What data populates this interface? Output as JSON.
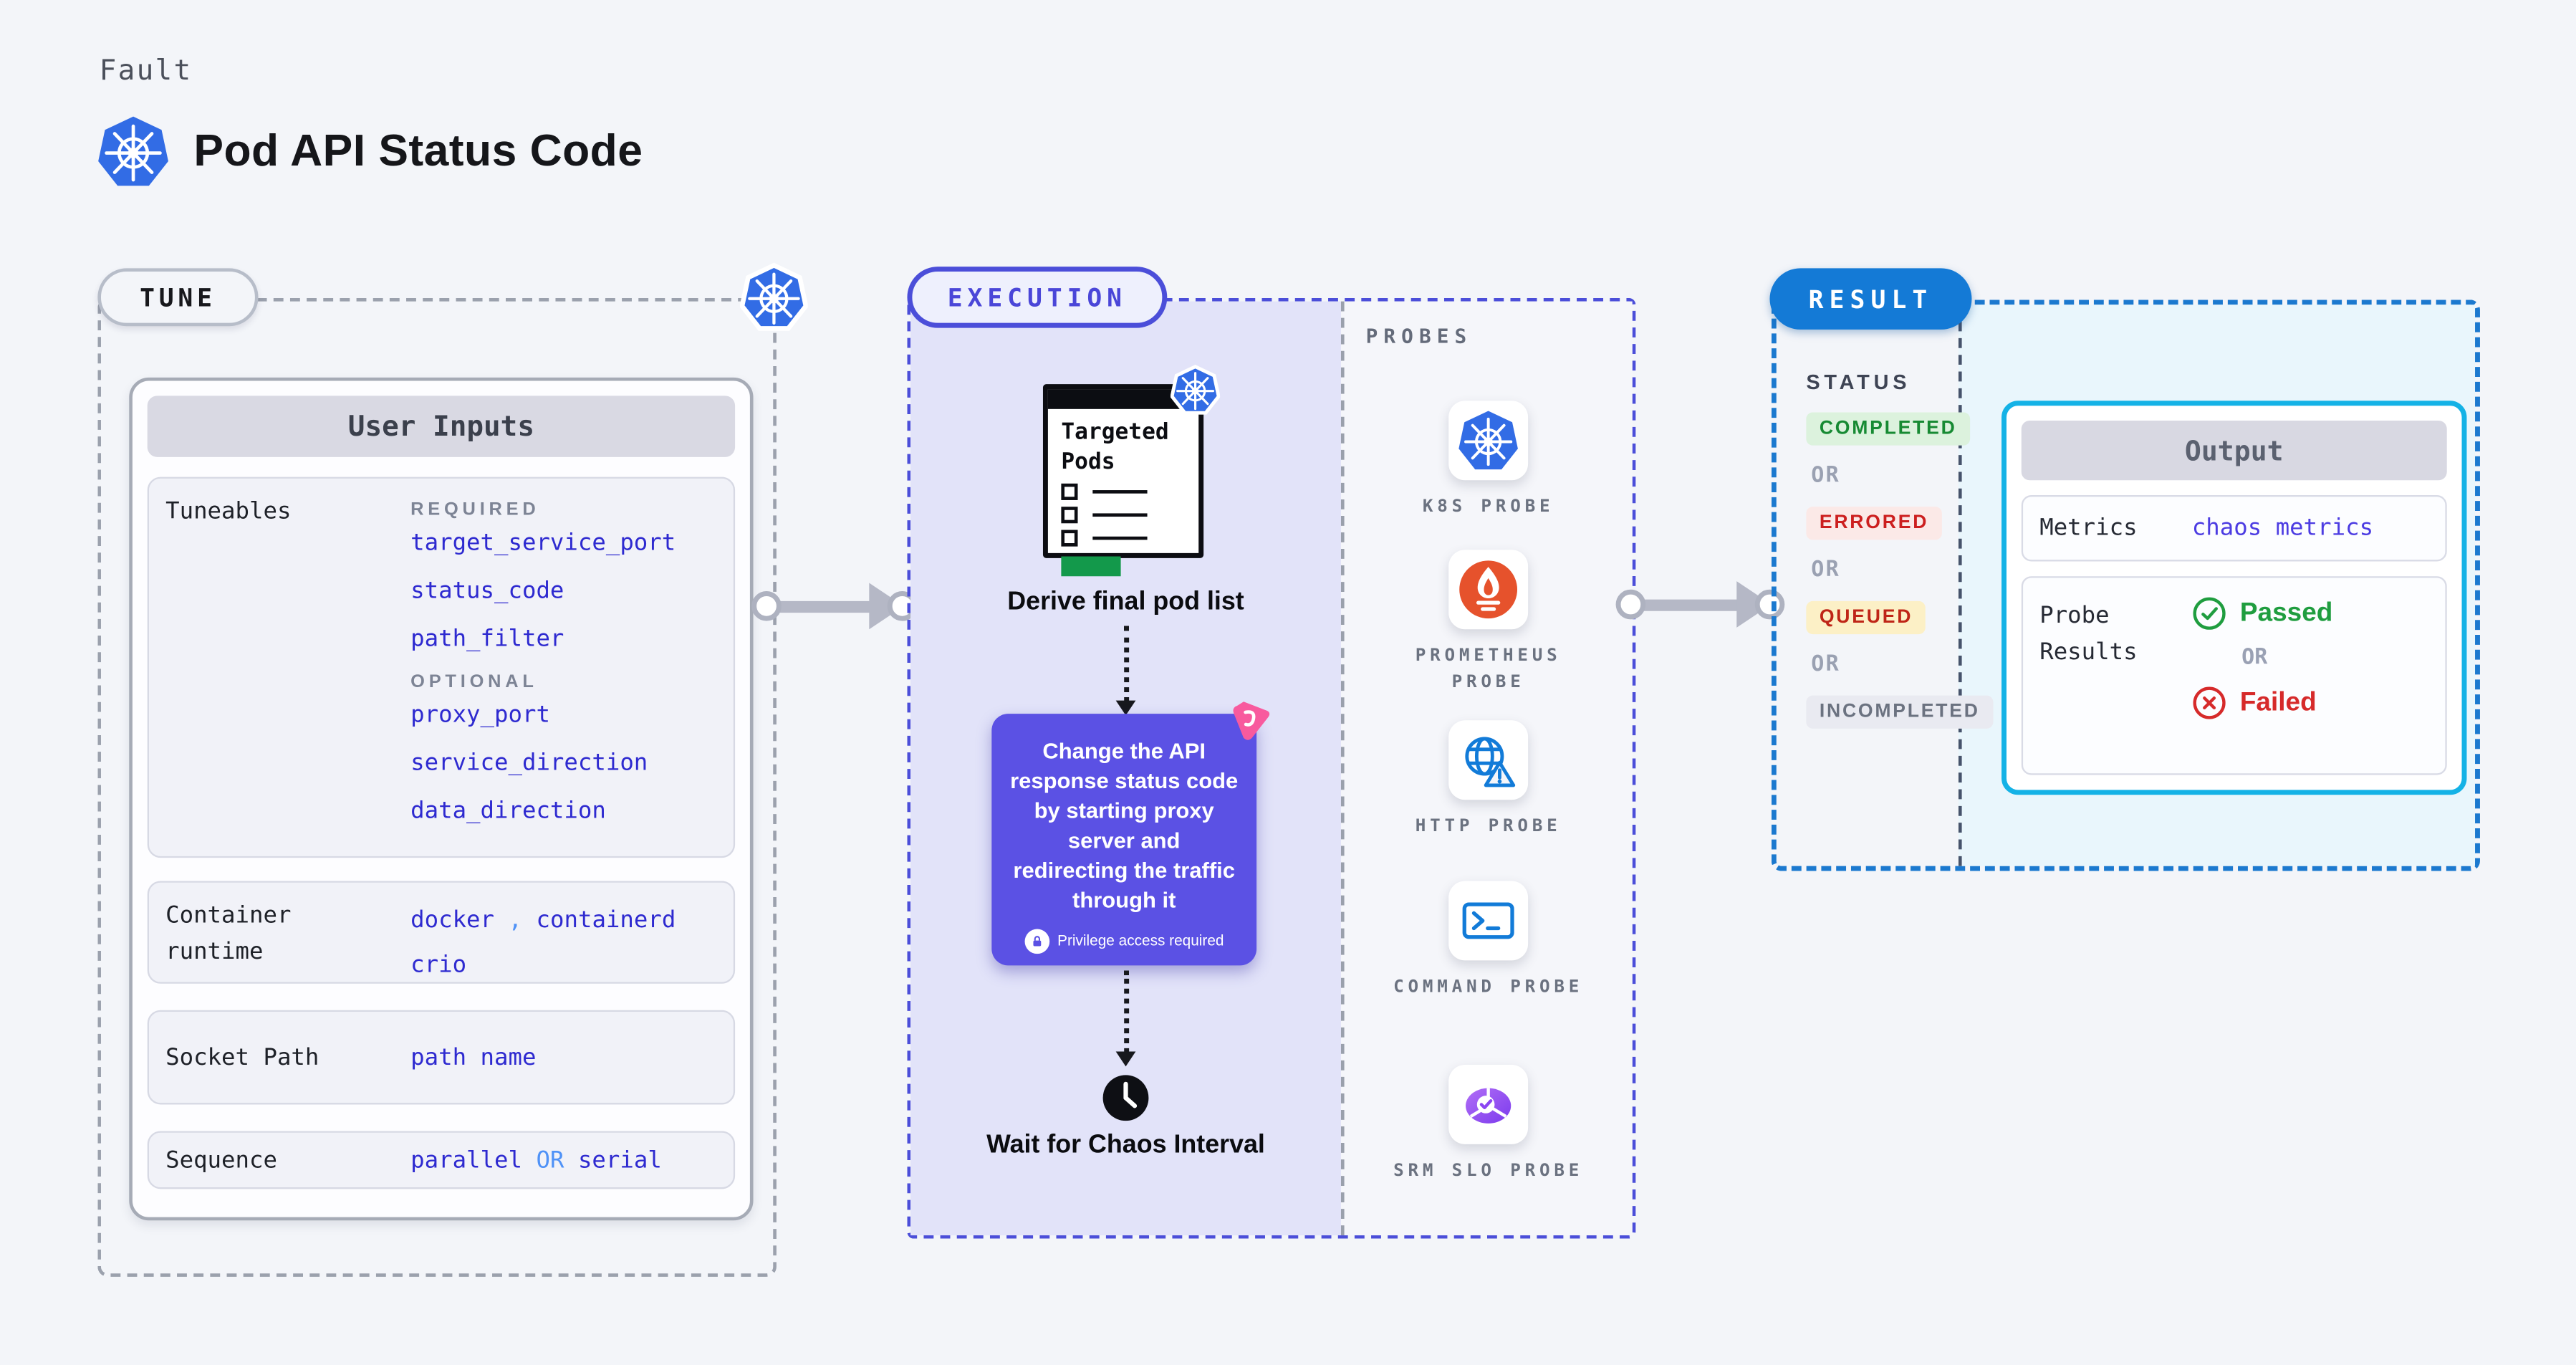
{
  "colors": {
    "kubernetes_blue": "#326ce5",
    "indigo_accent": "#4b4ed9",
    "execution_fill": "#e2e3f9",
    "action_purple": "#5b51e4",
    "litmus_pink": "#f85a9e",
    "result_blue": "#147ad6",
    "output_border_cyan": "#14b2e6",
    "result_fill_cyan": "#e9f6fc",
    "passed_green": "#1f9d3f",
    "failed_red": "#d62a2a",
    "value_blue": "#2e2ad0",
    "light_blue": "#4f92f7",
    "prometheus_orange": "#e6522c",
    "targeted_pods_green": "#13994b",
    "arrow_gray": "#b5b8c6"
  },
  "header": {
    "kicker": "Fault",
    "title": "Pod API Status Code"
  },
  "tune": {
    "badge": "TUNE",
    "user_inputs": {
      "header": "User Inputs",
      "tuneables_label": "Tuneables",
      "required_label": "REQUIRED",
      "required": [
        "target_service_port",
        "status_code",
        "path_filter"
      ],
      "optional_label": "OPTIONAL",
      "optional": [
        "proxy_port",
        "service_direction",
        "data_direction"
      ],
      "container_runtime": {
        "label": "Container runtime",
        "value_1": "docker",
        "separator": ",",
        "value_2": "containerd",
        "value_3": "crio"
      },
      "socket_path": {
        "label": "Socket Path",
        "value": "path name"
      },
      "sequence": {
        "label": "Sequence",
        "value_1": "parallel",
        "or": "OR",
        "value_2": "serial"
      }
    }
  },
  "execution": {
    "badge": "EXECUTION",
    "targeted_pods_title": "Targeted Pods",
    "derive_label": "Derive final pod list",
    "action_text": "Change the API response status code by starting proxy server and redirecting the traffic through it",
    "privilege_note": "Privilege access required",
    "wait_label": "Wait for Chaos Interval"
  },
  "probes": {
    "header": "PROBES",
    "items": [
      {
        "label": "K8S PROBE",
        "icon": "kubernetes-icon"
      },
      {
        "label": "PROMETHEUS PROBE",
        "icon": "prometheus-icon"
      },
      {
        "label": "HTTP PROBE",
        "icon": "http-globe-warning-icon"
      },
      {
        "label": "COMMAND PROBE",
        "icon": "terminal-icon"
      },
      {
        "label": "SRM SLO PROBE",
        "icon": "srm-slo-gauge-icon"
      }
    ]
  },
  "result": {
    "badge": "RESULT",
    "status": {
      "header": "STATUS",
      "or_label": "OR",
      "badges": [
        {
          "label": "COMPLETED"
        },
        {
          "label": "ERRORED"
        },
        {
          "label": "QUEUED"
        },
        {
          "label": "INCOMPLETED"
        }
      ]
    },
    "output": {
      "header": "Output",
      "metrics_label": "Metrics",
      "metrics_value": "chaos metrics",
      "probe_results_label": "Probe Results",
      "passed_label": "Passed",
      "or_label": "OR",
      "failed_label": "Failed"
    }
  }
}
